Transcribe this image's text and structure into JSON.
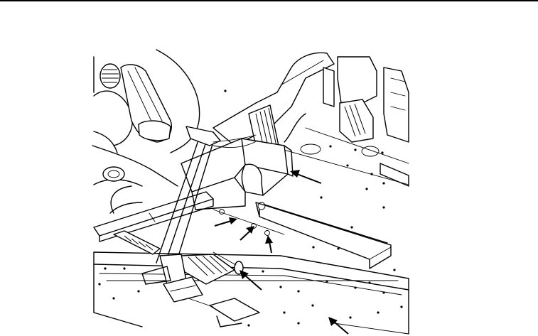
{
  "page": {
    "background": "#ffffff",
    "line_color": "#000000"
  },
  "illustration": {
    "callouts": [
      {
        "name": "duct-outlet-callout"
      },
      {
        "name": "clip-1-callout"
      },
      {
        "name": "clip-2-callout"
      },
      {
        "name": "clip-3-callout"
      },
      {
        "name": "plug-callout"
      },
      {
        "name": "floor-panel-callout"
      }
    ]
  }
}
